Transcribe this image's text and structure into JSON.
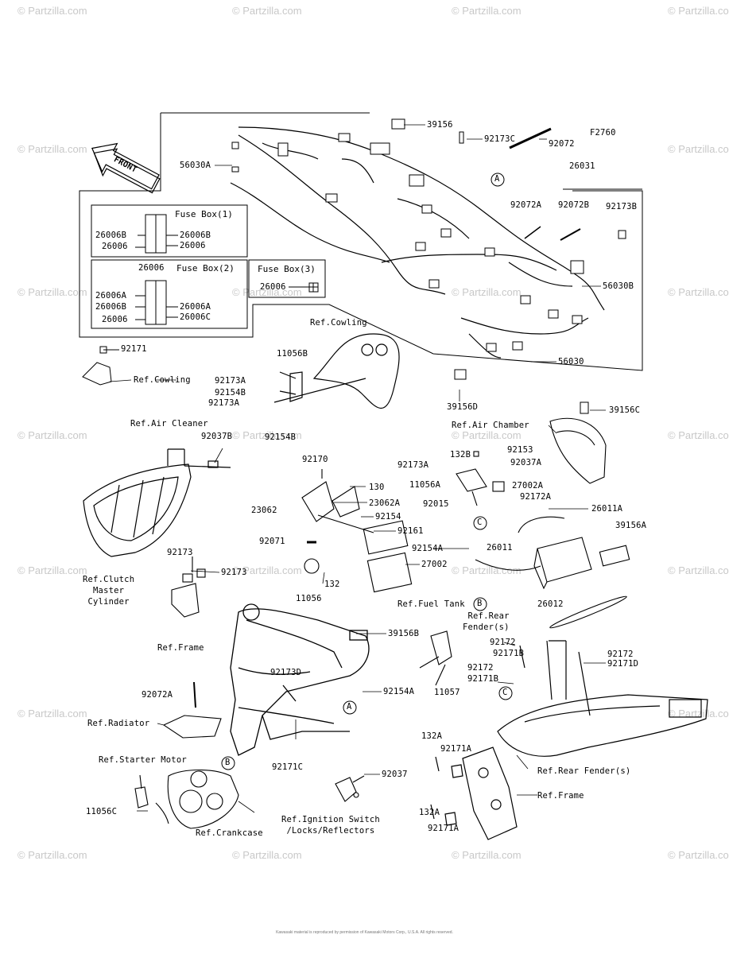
{
  "figure_code": "F2760",
  "front_arrow": "FRONT",
  "watermark": "© Partzilla.com",
  "fuse_boxes": {
    "box1": {
      "title": "Fuse Box(1)",
      "labels": [
        "26006B",
        "26006B",
        "26006"
      ]
    },
    "box2": {
      "title": "Fuse Box(2)",
      "top": "26006",
      "labels": [
        "26006A",
        "26006B",
        "26006A",
        "26006",
        "26006C"
      ]
    },
    "box3": {
      "title": "Fuse Box(3)",
      "labels": [
        "26006"
      ]
    }
  },
  "part_labels": {
    "p39156": "39156",
    "p92173C": "92173C",
    "p92072": "92072",
    "p56030A": "56030A",
    "p26031": "26031",
    "p92072A": "92072A",
    "p92072B": "92072B",
    "p92173B": "92173B",
    "p56030B": "56030B",
    "p56030": "56030",
    "p39156D": "39156D",
    "p92171": "92171",
    "p11056B": "11056B",
    "p92173A_1": "92173A",
    "p92154B_1": "92154B",
    "p92173A_2": "92173A",
    "p92154B_2": "92154B",
    "p39156C": "39156C",
    "p92037B": "92037B",
    "p132B": "132B",
    "p92153": "92153",
    "p92173A_3": "92173A",
    "p92037A": "92037A",
    "p11056A": "11056A",
    "p27002A": "27002A",
    "p92015": "92015",
    "p92172A": "92172A",
    "p26011A": "26011A",
    "p39156A": "39156A",
    "p92170": "92170",
    "p130": "130",
    "p23062": "23062",
    "p23062A": "23062A",
    "p92154": "92154",
    "p92161": "92161",
    "p92071": "92071",
    "p92154A_1": "92154A",
    "p26011": "26011",
    "p27002": "27002",
    "p92173": "92173",
    "p92173b": "92173",
    "p132": "132",
    "p11056": "11056",
    "p26012": "26012",
    "p39156B": "39156B",
    "p92172_1": "92172",
    "p92171B_1": "92171B",
    "p92172_2": "92172",
    "p92171D": "92171D",
    "p92172_3": "92172",
    "p92171B_2": "92171B",
    "p92173D": "92173D",
    "p92072A_2": "92072A",
    "p92154A_2": "92154A",
    "p11057": "11057",
    "p92171C": "92171C",
    "p132A_1": "132A",
    "p92171A_1": "92171A",
    "p92037": "92037",
    "p11056C": "11056C",
    "p132A_2": "132A",
    "p92171A_2": "92171A"
  },
  "ref_labels": {
    "cowling_top": "Ref.Cowling",
    "cowling_left": "Ref.Cowling",
    "air_cleaner": "Ref.Air Cleaner",
    "air_chamber": "Ref.Air Chamber",
    "clutch": "Ref.Clutch\nMaster\nCylinder",
    "fuel_tank": "Ref.Fuel Tank",
    "rear_fender_top": "Ref.Rear\nFender(s)",
    "frame_left": "Ref.Frame",
    "radiator": "Ref.Radiator",
    "starter": "Ref.Starter Motor",
    "crankcase": "Ref.Crankcase",
    "ignition": "Ref.Ignition Switch\n/Locks/Reflectors",
    "rear_fender_bottom": "Ref.Rear Fender(s)",
    "frame_right": "Ref.Frame"
  },
  "callouts": [
    "A",
    "A",
    "B",
    "B",
    "C",
    "C"
  ],
  "footer": "Kawasaki material is reproduced by permission of Kawasaki Motors Corp., U.S.A. All rights reserved."
}
